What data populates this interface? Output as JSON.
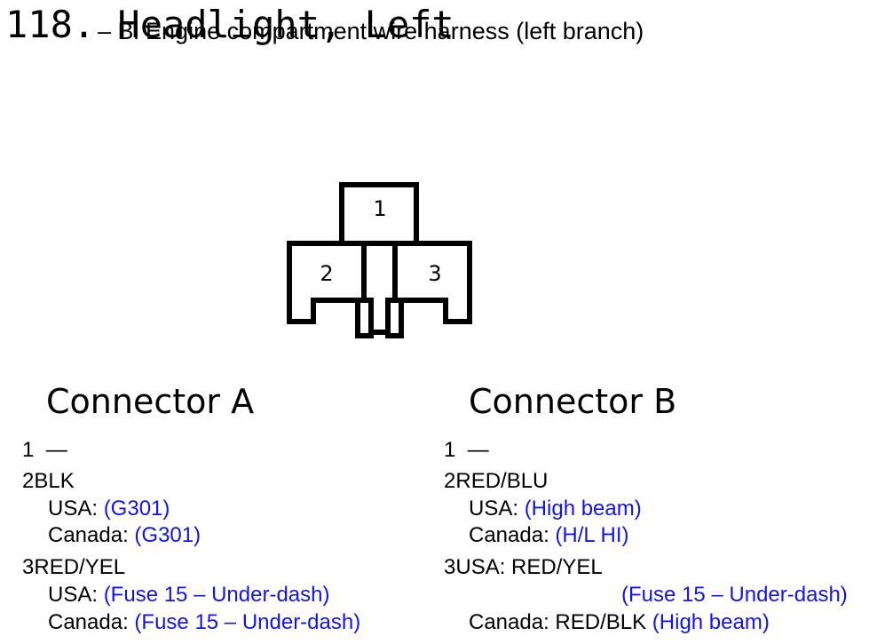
{
  "header": {
    "title": "118. Headlight, Left",
    "subtitle": "– Bi Engine compartment wire harness (left branch)"
  },
  "diagram": {
    "pins": [
      "1",
      "2",
      "3"
    ]
  },
  "connector_a": {
    "heading": "Connector A",
    "pin1": {
      "num": "1",
      "value": "—"
    },
    "pin2": {
      "num": "2",
      "color": "BLK",
      "usa_label": "USA:",
      "usa_value": "(G301)",
      "canada_label": "Canada:",
      "canada_value": "(G301)"
    },
    "pin3": {
      "num": "3",
      "color": "RED/YEL",
      "usa_label": "USA:",
      "usa_value": "(Fuse 15 – Under-dash)",
      "canada_label": "Canada:",
      "canada_value": "(Fuse 15 – Under-dash)"
    }
  },
  "connector_b": {
    "heading": "Connector B",
    "pin1": {
      "num": "1",
      "value": "—"
    },
    "pin2": {
      "num": "2",
      "color": "RED/BLU",
      "usa_label": "USA:",
      "usa_value": "(High beam)",
      "canada_label": "Canada:",
      "canada_value": "(H/L HI)"
    },
    "pin3": {
      "num": "3",
      "usa_label": "USA: RED/YEL",
      "usa_value": "(Fuse 15 – Under-dash)",
      "canada_label": "Canada: RED/BLK",
      "canada_value": "(High beam)"
    }
  },
  "colors": {
    "link_blue": "#1414e6",
    "ink": "#000000"
  }
}
